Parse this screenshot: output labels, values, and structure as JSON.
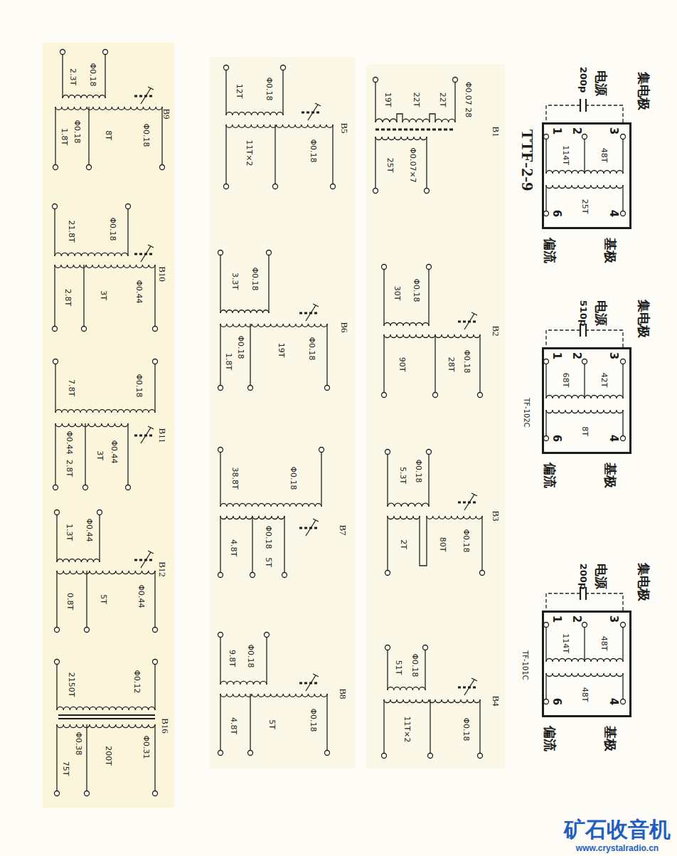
{
  "diagram": {
    "nodes": [
      {
        "text": [
          "3",
          "2",
          "1",
          "48T",
          "114T",
          "4",
          "6",
          "25T"
        ]
      },
      {
        "text": [
          "3",
          "2",
          "1",
          "42T",
          "68T",
          "4",
          "6",
          "8T"
        ]
      },
      {
        "text": [
          "3",
          "2",
          "1",
          "48T",
          "114T",
          "4",
          "6",
          "48T"
        ]
      }
    ],
    "labels": [
      "集电极",
      "电源",
      "200p",
      "TTF-2-9",
      "基极",
      "偏流",
      "集电极",
      "电源",
      "510p",
      "TF-102C",
      "基极",
      "偏流",
      "集电极",
      "电源",
      "200p",
      "TF-101C",
      "基极",
      "偏流",
      "Φ0.07 28",
      "22T",
      "22T",
      "19T",
      "25T",
      "Φ0.07×7",
      "B1",
      "Φ0.18",
      "30T",
      "90T",
      "28T",
      "Φ0.18",
      "B2",
      "Φ0.18",
      "5.3T",
      "2T",
      "80T",
      "Φ0.18",
      "B3",
      "Φ0.18",
      "51T",
      "11T×2",
      "Φ0.18",
      "B4",
      "Φ0.18",
      "12T",
      "11T×2",
      "Φ0.18",
      "B5",
      "Φ0.18",
      "3.3T",
      "Φ0.18",
      "1.8T",
      "19T",
      "Φ0.18",
      "B6",
      "Φ0.18",
      "38.8T",
      "4.8T",
      "Φ0.18",
      "5T",
      "B7",
      "Φ0.18",
      "9.8T",
      "4.8T",
      "5T",
      "Φ0.18",
      "B8",
      "Φ0.18",
      "2.3T",
      "1.8T",
      "Φ0.18",
      "8T",
      "Φ0.18",
      "B9",
      "Φ0.18",
      "21.8T",
      "2.8T",
      "3T",
      "Φ0.44",
      "B10",
      "7.8T",
      "Φ0.18",
      "Φ0.44",
      "2.8T",
      "3T",
      "Φ0.44",
      "B11",
      "Φ0.44",
      "1.3T",
      "0.8T",
      "5T",
      "Φ0.44",
      "B12",
      "Φ0.12",
      "2150T",
      "Φ0.38",
      "75T",
      "200T",
      "Φ0.31",
      "B16",
      "矿石收音机",
      "www.crystalradio.cn"
    ]
  }
}
